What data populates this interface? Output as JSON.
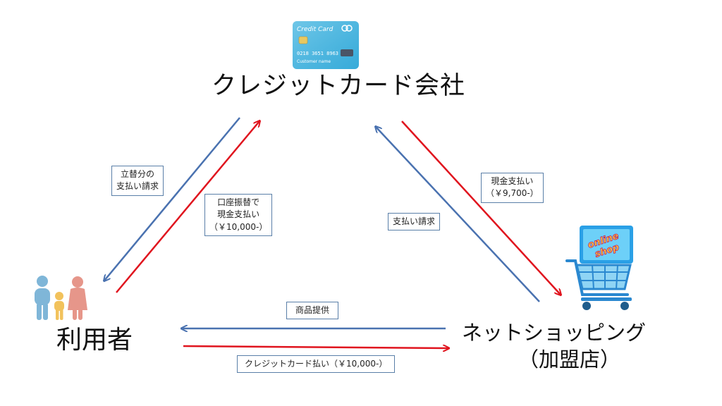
{
  "company": {
    "title": "クレジットカード会社",
    "card": {
      "brand_text": "Credit Card",
      "number": "0218 3651 8963",
      "holder": "Customer name"
    }
  },
  "user": {
    "title": "利用者"
  },
  "shop": {
    "title_line1": "ネットショッピング",
    "title_line2": "（加盟店）",
    "icon_text_line1": "online",
    "icon_text_line2": "shop"
  },
  "flows": {
    "company_to_user": {
      "line1": "立替分の",
      "line2": "支払い請求"
    },
    "user_to_company": {
      "line1": "口座振替で",
      "line2": "現金支払い",
      "line3": "（￥10,000-）"
    },
    "company_to_shop": {
      "line1": "現金支払い",
      "line2": "（￥9,700-）"
    },
    "shop_to_company": {
      "line1": "支払い請求"
    },
    "shop_to_user": {
      "line1": "商品提供"
    },
    "user_to_shop": {
      "line1": "クレジットカード払い（￥10,000-）"
    }
  },
  "colors": {
    "blue": "#4a72b0",
    "red": "#e0141e",
    "card": "#3fb4e0"
  }
}
